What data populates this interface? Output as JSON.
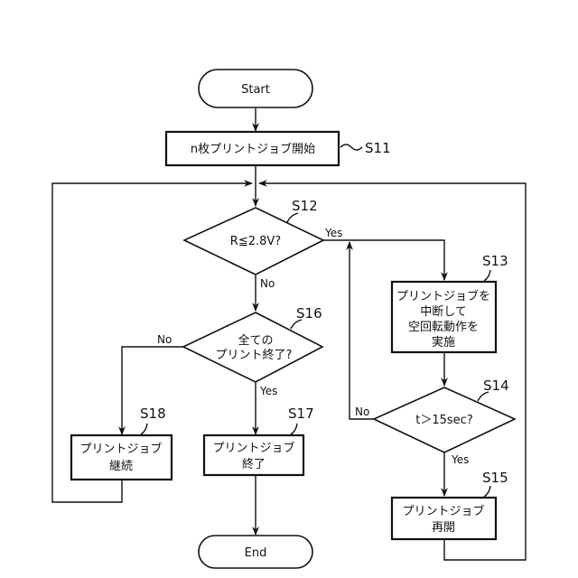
{
  "diagram": {
    "type": "flowchart",
    "nodes": {
      "start": {
        "text": [
          "Start"
        ]
      },
      "s11": {
        "step": "S11",
        "text": [
          "n枚プリントジョブ開始"
        ]
      },
      "s12": {
        "step": "S12",
        "text": [
          "R≦2.8V?"
        ]
      },
      "s13": {
        "step": "S13",
        "text": [
          "プリントジョブを",
          "中断して",
          "空回転動作を",
          "実施"
        ]
      },
      "s14": {
        "step": "S14",
        "text": [
          "t＞15sec?"
        ]
      },
      "s15": {
        "step": "S15",
        "text": [
          "プリントジョブ",
          "再開"
        ]
      },
      "s16": {
        "step": "S16",
        "text": [
          "全ての",
          "プリント終了?"
        ]
      },
      "s17": {
        "step": "S17",
        "text": [
          "プリントジョブ",
          "終了"
        ]
      },
      "s18": {
        "step": "S18",
        "text": [
          "プリントジョブ",
          "継続"
        ]
      },
      "end": {
        "text": [
          "End"
        ]
      }
    },
    "edge_labels": {
      "s12_yes": "Yes",
      "s12_no": "No",
      "s14_yes": "Yes",
      "s14_no": "No",
      "s16_yes": "Yes",
      "s16_no": "No"
    },
    "edges": [
      {
        "from": "start",
        "to": "s11"
      },
      {
        "from": "s11",
        "to": "s12"
      },
      {
        "from": "s12",
        "to": "s13",
        "label": "Yes"
      },
      {
        "from": "s12",
        "to": "s16",
        "label": "No"
      },
      {
        "from": "s13",
        "to": "s14"
      },
      {
        "from": "s14",
        "to": "s15",
        "label": "Yes"
      },
      {
        "from": "s14",
        "to": "s13",
        "label": "No"
      },
      {
        "from": "s15",
        "to": "s12"
      },
      {
        "from": "s16",
        "to": "s17",
        "label": "Yes"
      },
      {
        "from": "s16",
        "to": "s18",
        "label": "No"
      },
      {
        "from": "s18",
        "to": "s12"
      },
      {
        "from": "s17",
        "to": "end"
      }
    ]
  }
}
